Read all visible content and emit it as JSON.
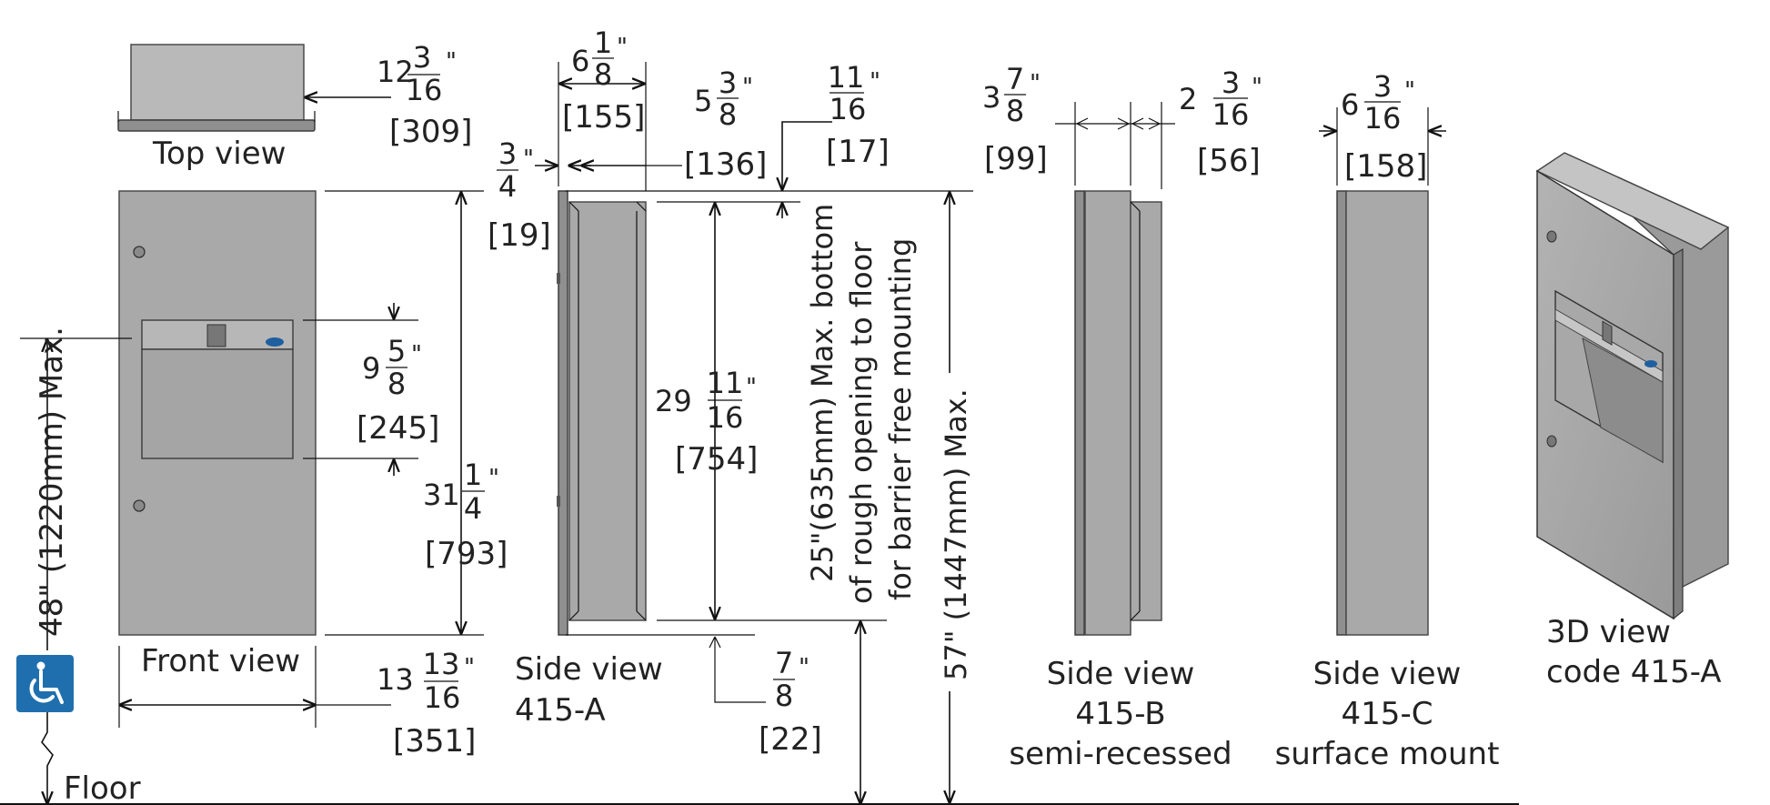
{
  "colors": {
    "panel": "#a9a9a9",
    "panel_dark": "#8f8f8f",
    "accessibility_blue": "#1f6fae",
    "line": "#111111"
  },
  "icons": {
    "accessibility": "wheelchair-icon"
  },
  "views": {
    "top": "Top view",
    "front": "Front view",
    "side_a_title": "Side view",
    "side_a_code": "415-A",
    "side_b_title": "Side view",
    "side_b_code": "415-B",
    "side_b_note": "semi-recessed",
    "side_c_title": "Side view",
    "side_c_code": "415-C",
    "side_c_note": "surface mount",
    "iso_title": "3D view",
    "iso_code": "code 415-A"
  },
  "dimensions": {
    "top_depth": {
      "whole": "12",
      "num": "3",
      "den": "16",
      "mm": "[309]"
    },
    "front_width": {
      "whole": "13",
      "num": "13",
      "den": "16",
      "mm": "[351]"
    },
    "front_height": {
      "whole": "31",
      "num": "1",
      "den": "4",
      "mm": "[793]"
    },
    "opening_height": {
      "whole": "9",
      "num": "5",
      "den": "8",
      "mm": "[245]"
    },
    "mount_height": "48\" (1220mm) Max.",
    "floor": "Floor",
    "side_a_total_depth": {
      "whole": "6",
      "num": "1",
      "den": "8",
      "mm": "[155]"
    },
    "side_a_flange": {
      "whole": "",
      "num": "3",
      "den": "4",
      "mm": "[19]"
    },
    "side_a_body_depth": {
      "whole": "5",
      "num": "3",
      "den": "8",
      "mm": "[136]"
    },
    "side_a_top_offset": {
      "whole": "",
      "num": "11",
      "den": "16",
      "mm": "[17]"
    },
    "side_a_body_height": {
      "whole": "29",
      "num": "11",
      "den": "16",
      "mm": "[754]"
    },
    "side_a_bottom_offset": {
      "whole": "",
      "num": "7",
      "den": "8",
      "mm": "[22]"
    },
    "rough_opening_note": [
      "25\"(635mm) Max. bottom",
      "of rough opening to floor",
      "for barrier free mounting"
    ],
    "top_height": "57\" (1447mm) Max.",
    "side_b_projection": {
      "whole": "3",
      "num": "7",
      "den": "8",
      "mm": "[99]"
    },
    "side_b_recess": {
      "whole": "2",
      "num": "3",
      "den": "16",
      "mm": "[56]"
    },
    "side_c_depth": {
      "whole": "6",
      "num": "3",
      "den": "16",
      "mm": "[158]"
    }
  }
}
